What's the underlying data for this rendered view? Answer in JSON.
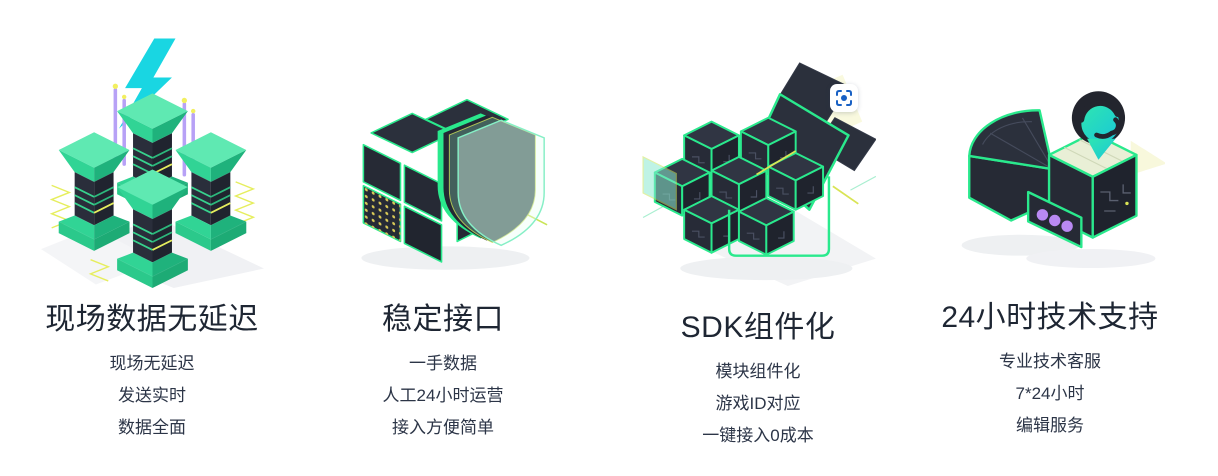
{
  "features": [
    {
      "title": "现场数据无延迟",
      "lines": [
        "现场无延迟",
        "发送实时",
        "数据全面"
      ],
      "illustration": "server-towers-with-lightning"
    },
    {
      "title": "稳定接口",
      "lines": [
        "一手数据",
        "人工24小时运营",
        "接入方便简单"
      ],
      "illustration": "security-shield-with-panel-cube"
    },
    {
      "title": "SDK组件化",
      "lines": [
        "模块组件化",
        "游戏ID对应",
        "一键接入0成本"
      ],
      "illustration": "modular-cubes-with-panels"
    },
    {
      "title": "24小时技术支持",
      "lines": [
        "专业技术客服",
        "7*24小时",
        "编辑服务"
      ],
      "illustration": "support-headset-agent-blocks"
    }
  ],
  "icons": {
    "visual_search": "scan-frame-with-dot"
  },
  "colors": {
    "accent_green": "#2ae98d",
    "mint_green": "#5fe9b2",
    "dark_panel": "#262a36",
    "cyan_lightning": "#19d6e2",
    "purple_antenna": "#b7a1f6",
    "yellow_wire": "#e6ee5e",
    "violet_dots": "#b989f2",
    "scan_icon_blue": "#1860c4",
    "title_text": "#1e2633",
    "body_text": "#2c3547",
    "background": "#ffffff"
  }
}
